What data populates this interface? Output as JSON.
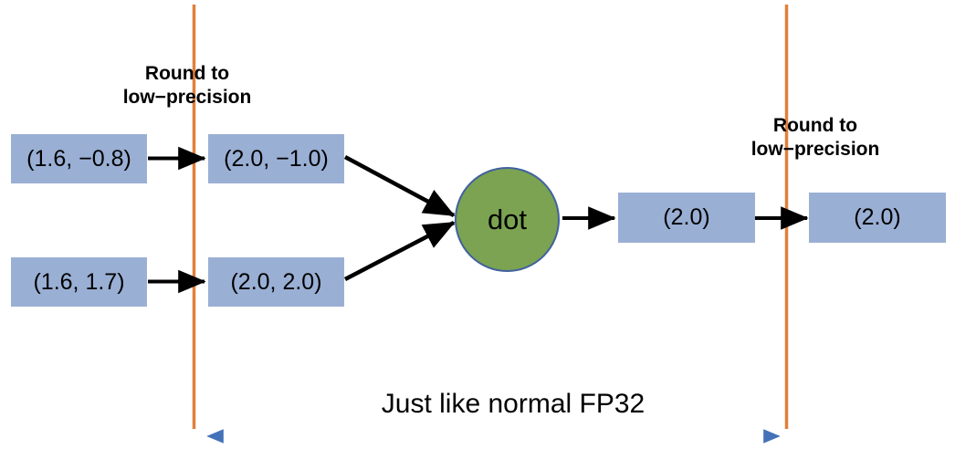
{
  "diagram": {
    "title_caption": "Just like normal FP32",
    "labels": {
      "round_left": "Round to\nlow−precision",
      "round_right": "Round to\nlow−precision"
    },
    "nodes": {
      "input_a": "(1.6, −0.8)",
      "input_b": "(1.6, 1.7)",
      "rounded_a": "(2.0, −1.0)",
      "rounded_b": "(2.0, 2.0)",
      "dot_op": "dot",
      "dot_result": "(2.0)",
      "final_result": "(2.0)"
    },
    "colors": {
      "box_fill": "#9aafd4",
      "circle_fill": "#7ba351",
      "circle_stroke": "#41619e",
      "boundary_line": "#e1803c",
      "span_arrow": "#4472b8",
      "arrow": "#000000"
    }
  }
}
